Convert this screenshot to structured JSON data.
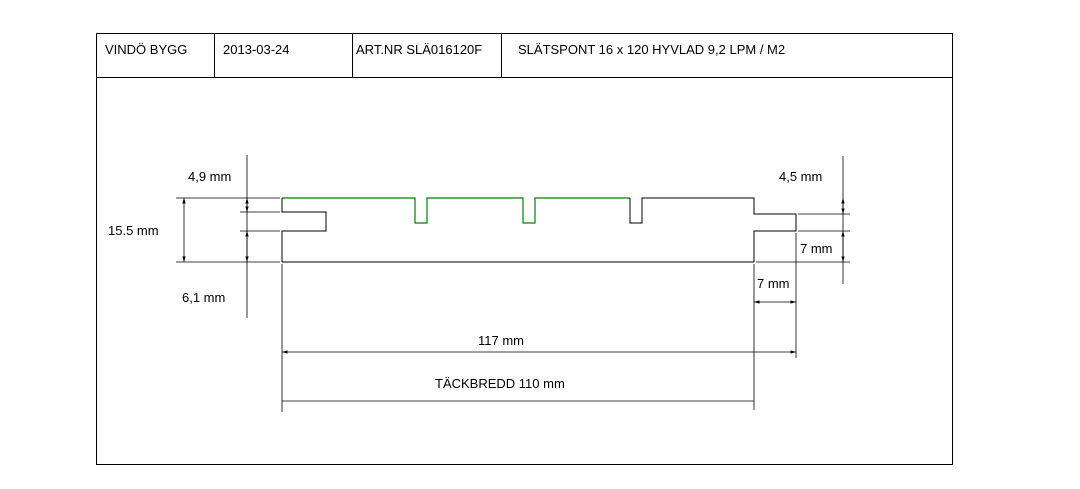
{
  "title_block": {
    "company": "VINDÖ BYGG",
    "date": "2013-03-24",
    "article": "ART.NR SLÄ016120F",
    "description": "SLÄTSPONT 16 x 120 HYVLAD 9,2 LPM / M2"
  },
  "dimensions": {
    "top_groove_left": "4,9 mm",
    "total_thickness": "15.5 mm",
    "bottom_lip_left": "6,1 mm",
    "top_lip_right": "4,5 mm",
    "tongue_thickness": "7 mm",
    "tongue_length": "7 mm",
    "total_width": "117 mm",
    "cover_width": "TÄCKBREDD 110 mm"
  },
  "colors": {
    "profile_top": "#008000",
    "lines": "#000000"
  }
}
